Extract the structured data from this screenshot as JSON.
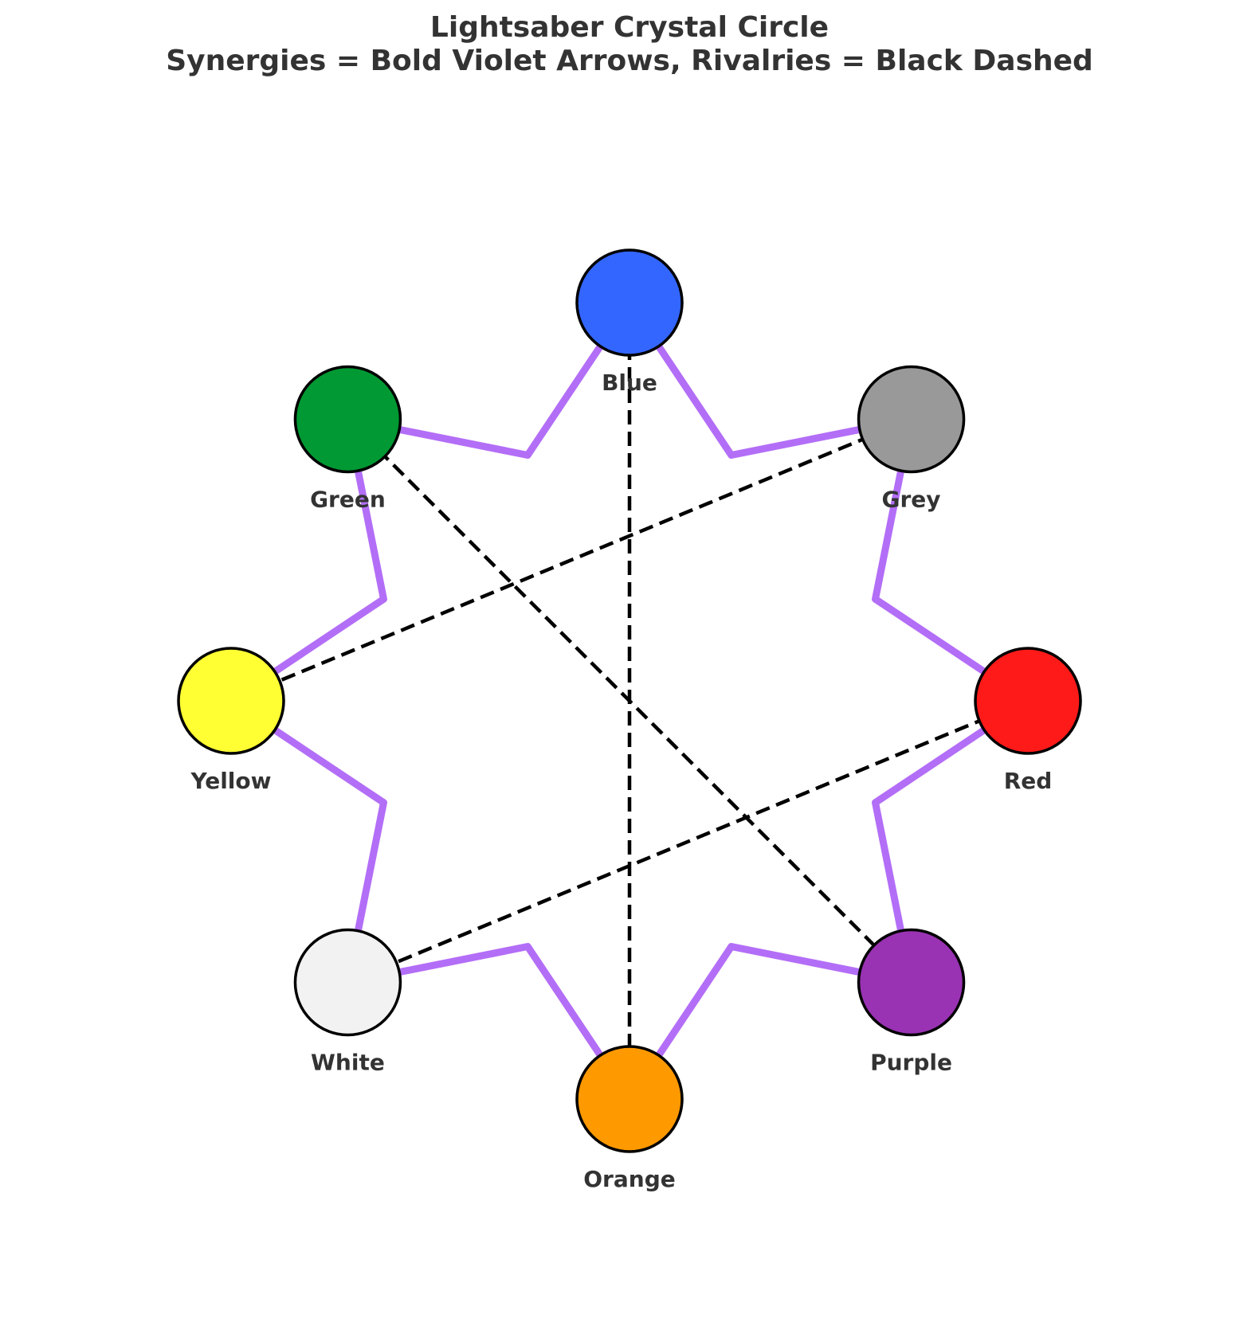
{
  "title": "Lightsaber Crystal Circle",
  "subtitle": "Synergies = Bold Violet Arrows, Rivalries = Black Dashed",
  "colors": {
    "synergy": "#b36ef7",
    "rivalry": "#000000",
    "node_stroke": "#000000",
    "label": "#333333"
  },
  "nodes": [
    {
      "id": "blue",
      "label": "Blue",
      "color": "#3366ff"
    },
    {
      "id": "grey",
      "label": "Grey",
      "color": "#999999"
    },
    {
      "id": "red",
      "label": "Red",
      "color": "#ff1a1a"
    },
    {
      "id": "purple",
      "label": "Purple",
      "color": "#9933b3"
    },
    {
      "id": "orange",
      "label": "Orange",
      "color": "#ff9900"
    },
    {
      "id": "white",
      "label": "White",
      "color": "#f2f2f2"
    },
    {
      "id": "yellow",
      "label": "Yellow",
      "color": "#ffff33"
    },
    {
      "id": "green",
      "label": "Green",
      "color": "#009933"
    }
  ],
  "synergies": [
    [
      "blue",
      "grey"
    ],
    [
      "grey",
      "red"
    ],
    [
      "red",
      "purple"
    ],
    [
      "purple",
      "orange"
    ],
    [
      "orange",
      "white"
    ],
    [
      "white",
      "yellow"
    ],
    [
      "yellow",
      "green"
    ],
    [
      "green",
      "blue"
    ]
  ],
  "rivalries": [
    [
      "blue",
      "orange"
    ],
    [
      "grey",
      "yellow"
    ],
    [
      "green",
      "purple"
    ],
    [
      "red",
      "white"
    ]
  ]
}
